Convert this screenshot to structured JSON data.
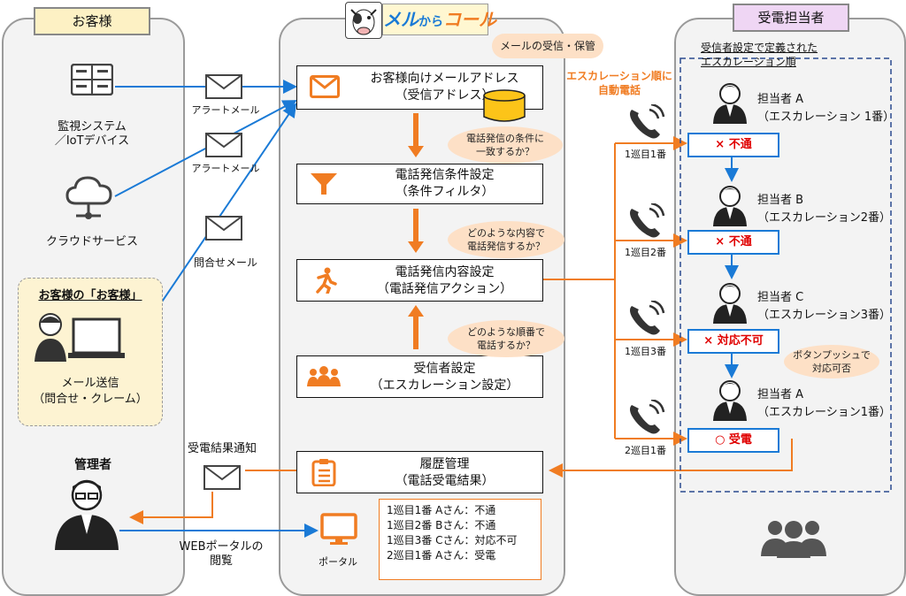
{
  "panels": {
    "customers": "お客様",
    "recipients": "受電担当者"
  },
  "logo": {
    "text_mel": "メル",
    "text_kara": "から",
    "text_call": "コール"
  },
  "sources": [
    {
      "label": "監視システム\n／IoTデバイス"
    },
    {
      "label": "クラウドサービス"
    }
  ],
  "customer_box": {
    "title": "お客様の「お客様」",
    "caption": "メール送信\n（問合せ・クレーム）"
  },
  "mail_labels": [
    "アラートメール",
    "アラートメール",
    "問合せメール"
  ],
  "admin": {
    "title": "管理者",
    "notify": "受電結果通知",
    "portal_view": "WEBポータルの\n閲覧"
  },
  "flow_boxes": [
    {
      "label": "お客様向けメールアドレス\n（受信アドレス）"
    },
    {
      "label": "電話発信条件設定\n（条件フィルタ）"
    },
    {
      "label": "電話発信内容設定\n（電話発信アクション）"
    },
    {
      "label": "受信者設定\n（エスカレーション設定）"
    },
    {
      "label": "履歴管理\n（電話受電結果）"
    }
  ],
  "bubbles": [
    "メールの受信・保管",
    "電話発信の条件に\n一致するか？",
    "どのような内容で\n電話発信するか？",
    "どのような順番で\n電話するか？"
  ],
  "portal": {
    "label": "ポータル"
  },
  "history_note": [
    "1巡目1番 Aさん：不通",
    "1巡目2番 Bさん：不通",
    "1巡目3番 Cさん：対応不可",
    "2巡目1番 Aさん：受電"
  ],
  "escalation": {
    "caption": "エスカレーション順に\n自動電話",
    "defined": "受信者設定で定義された\nエスカレーション順",
    "rounds": [
      "1巡目1番",
      "1巡目2番",
      "1巡目3番",
      "2巡目1番"
    ],
    "persons": [
      {
        "name": "担当者 A",
        "sub": "（エスカレーション 1番）",
        "status": "× 不通"
      },
      {
        "name": "担当者 B",
        "sub": "（エスカレーション2番）",
        "status": "× 不通"
      },
      {
        "name": "担当者 C",
        "sub": "（エスカレーション3番）",
        "status": "× 対応不可"
      },
      {
        "name": "担当者 A",
        "sub": "（エスカレーション1番）",
        "status": "○ 受電"
      }
    ],
    "push_note": "ボタンプッシュで\n対応可否"
  },
  "colors": {
    "orange": "#f07c22",
    "blue": "#1a7ad6",
    "red": "#e00000",
    "panel_title_bg": "#fdf1c4",
    "recip_title_bg": "#efd6f4"
  }
}
